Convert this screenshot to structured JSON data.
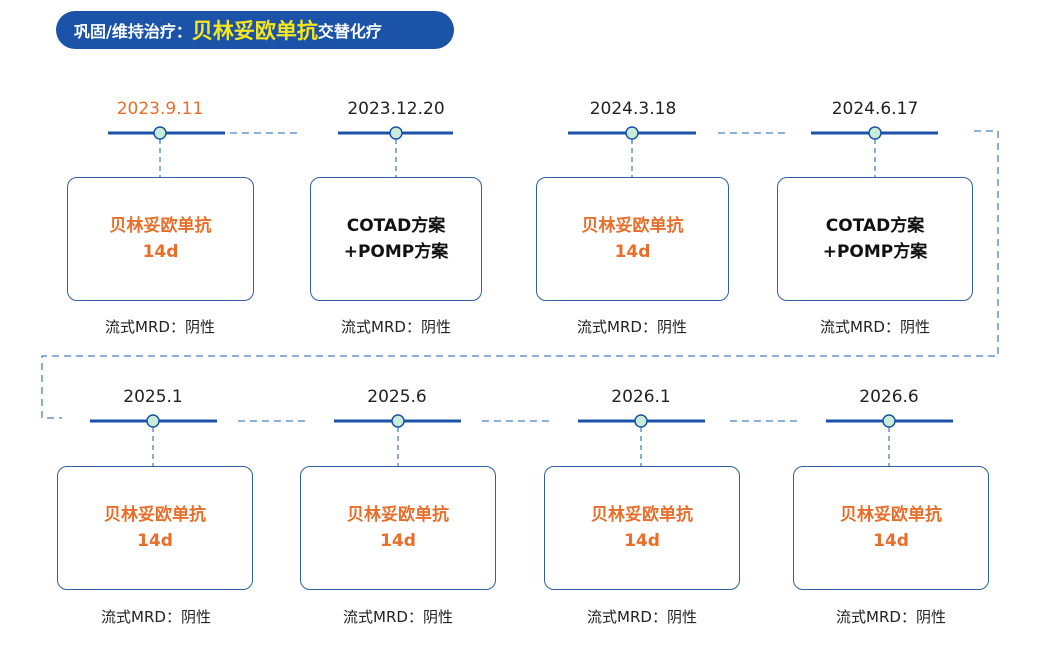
{
  "header": {
    "prefix": "巩固/维持治疗：",
    "highlight": "贝林妥欧单抗",
    "suffix": "交替化疗"
  },
  "colors": {
    "header_bg": "#1a53a8",
    "highlight": "#f8e61c",
    "accent_orange": "#e86e2a",
    "line_blue": "#1a53a8",
    "node_fill": "#c8ecd8",
    "dash_blue": "#4a7fc8"
  },
  "timeline": [
    {
      "date": "2023.9.11",
      "line1": "贝林妥欧单抗",
      "line2": "14d",
      "status": "流式MRD：阴性"
    },
    {
      "date": "2023.12.20",
      "line1": "COTAD方案",
      "line2": "+POMP方案",
      "status": "流式MRD：阴性"
    },
    {
      "date": "2024.3.18",
      "line1": "贝林妥欧单抗",
      "line2": "14d",
      "status": "流式MRD：阴性"
    },
    {
      "date": "2024.6.17",
      "line1": "COTAD方案",
      "line2": "+POMP方案",
      "status": "流式MRD：阴性"
    },
    {
      "date": "2025.1",
      "line1": "贝林妥欧单抗",
      "line2": "14d",
      "status": "流式MRD：阴性"
    },
    {
      "date": "2025.6",
      "line1": "贝林妥欧单抗",
      "line2": "14d",
      "status": "流式MRD：阴性"
    },
    {
      "date": "2026.1",
      "line1": "贝林妥欧单抗",
      "line2": "14d",
      "status": "流式MRD：阴性"
    },
    {
      "date": "2026.6",
      "line1": "贝林妥欧单抗",
      "line2": "14d",
      "status": "流式MRD：阴性"
    }
  ]
}
